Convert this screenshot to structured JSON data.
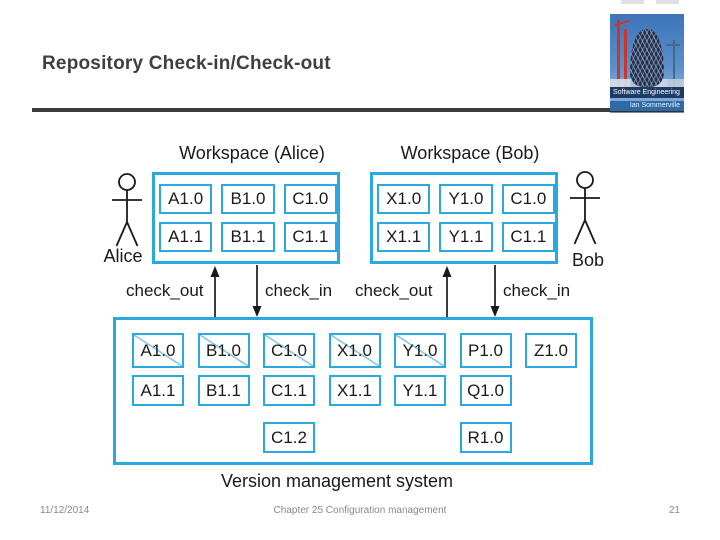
{
  "slide": {
    "title": "Repository Check-in/Check-out",
    "footer": {
      "date": "11/12/2014",
      "center": "Chapter 25 Configuration management",
      "page_number": "21"
    }
  },
  "book_cover": {
    "title": "Software Engineering",
    "author": "Ian Sommerville"
  },
  "diagram": {
    "workspaces": [
      {
        "title": "Workspace (Alice)",
        "actor": "Alice",
        "rows": [
          [
            "A1.0",
            "B1.0",
            "C1.0"
          ],
          [
            "A1.1",
            "B1.1",
            "C1.1"
          ]
        ]
      },
      {
        "title": "Workspace (Bob)",
        "actor": "Bob",
        "rows": [
          [
            "X1.0",
            "Y1.0",
            "C1.0"
          ],
          [
            "X1.1",
            "Y1.1",
            "C1.1"
          ]
        ]
      }
    ],
    "flows": [
      {
        "label": "check_out",
        "direction": "up"
      },
      {
        "label": "check_in",
        "direction": "down"
      },
      {
        "label": "check_out",
        "direction": "up"
      },
      {
        "label": "check_in",
        "direction": "down"
      }
    ],
    "repository": {
      "caption": "Version management system",
      "rows": [
        [
          {
            "label": "A1.0",
            "checked_out": true
          },
          {
            "label": "B1.0",
            "checked_out": true
          },
          {
            "label": "C1.0",
            "checked_out": true
          },
          {
            "label": "X1.0",
            "checked_out": true
          },
          {
            "label": "Y1.0",
            "checked_out": true
          },
          {
            "label": "P1.0",
            "checked_out": false
          },
          {
            "label": "Z1.0",
            "checked_out": false
          }
        ],
        [
          {
            "label": "A1.1",
            "checked_out": false
          },
          {
            "label": "B1.1",
            "checked_out": false
          },
          {
            "label": "C1.1",
            "checked_out": false
          },
          {
            "label": "X1.1",
            "checked_out": false
          },
          {
            "label": "Y1.1",
            "checked_out": false
          },
          {
            "label": "Q1.0",
            "checked_out": false
          }
        ],
        [
          {
            "label": "C1.2",
            "checked_out": false
          },
          {
            "label": "R1.0",
            "checked_out": false
          }
        ]
      ]
    },
    "colors": {
      "box_border": "#29a9e0",
      "checked_out_slash": "#85c8e8",
      "arrow": "#1a1a1a",
      "title_text": "#3f3f3f",
      "footer_text": "#898989"
    }
  }
}
